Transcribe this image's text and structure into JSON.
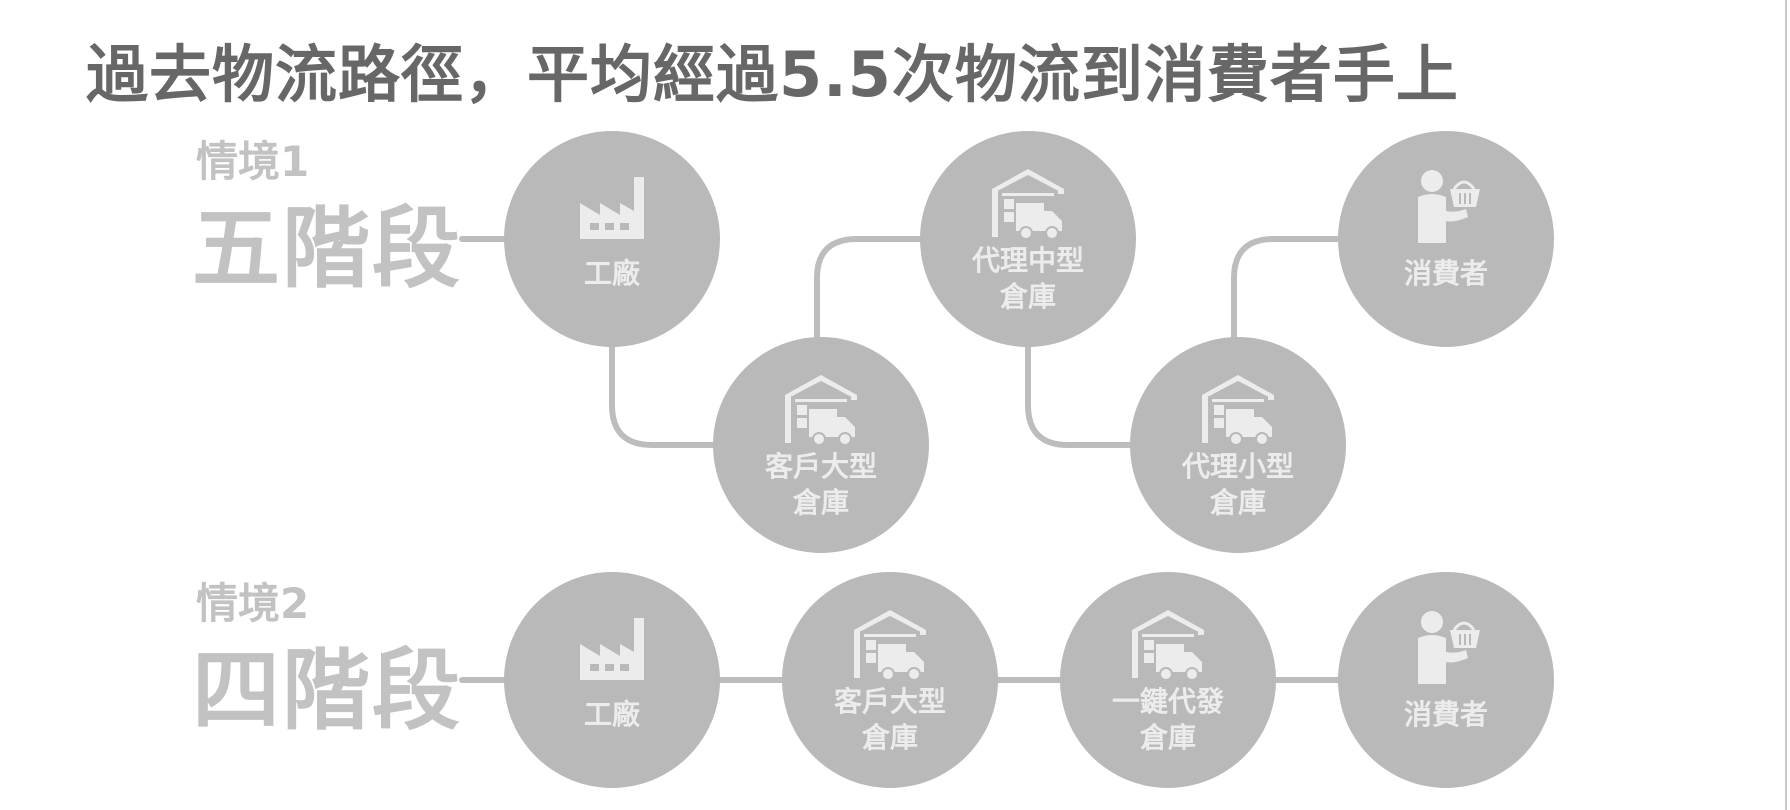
{
  "title": "過去物流路徑，平均經過5.5次物流到消費者手上",
  "colors": {
    "title": "#676767",
    "node": "#b9b9b9",
    "connector": "#bdbdbd",
    "label": "#c2c2c2",
    "node_text": "#ececec"
  },
  "scenario1": {
    "sub": "情境1",
    "main": "五階段",
    "nodes": [
      {
        "icon": "factory-icon",
        "lines": [
          "工廠"
        ]
      },
      {
        "icon": "warehouse-truck-icon",
        "lines": [
          "客戶大型",
          "倉庫"
        ]
      },
      {
        "icon": "warehouse-truck-icon",
        "lines": [
          "代理中型",
          "倉庫"
        ]
      },
      {
        "icon": "warehouse-truck-icon",
        "lines": [
          "代理小型",
          "倉庫"
        ]
      },
      {
        "icon": "consumer-basket-icon",
        "lines": [
          "消費者"
        ]
      }
    ]
  },
  "scenario2": {
    "sub": "情境2",
    "main": "四階段",
    "nodes": [
      {
        "icon": "factory-icon",
        "lines": [
          "工廠"
        ]
      },
      {
        "icon": "warehouse-truck-icon",
        "lines": [
          "客戶大型",
          "倉庫"
        ]
      },
      {
        "icon": "warehouse-truck-icon",
        "lines": [
          "一鍵代發",
          "倉庫"
        ]
      },
      {
        "icon": "consumer-basket-icon",
        "lines": [
          "消費者"
        ]
      }
    ]
  }
}
